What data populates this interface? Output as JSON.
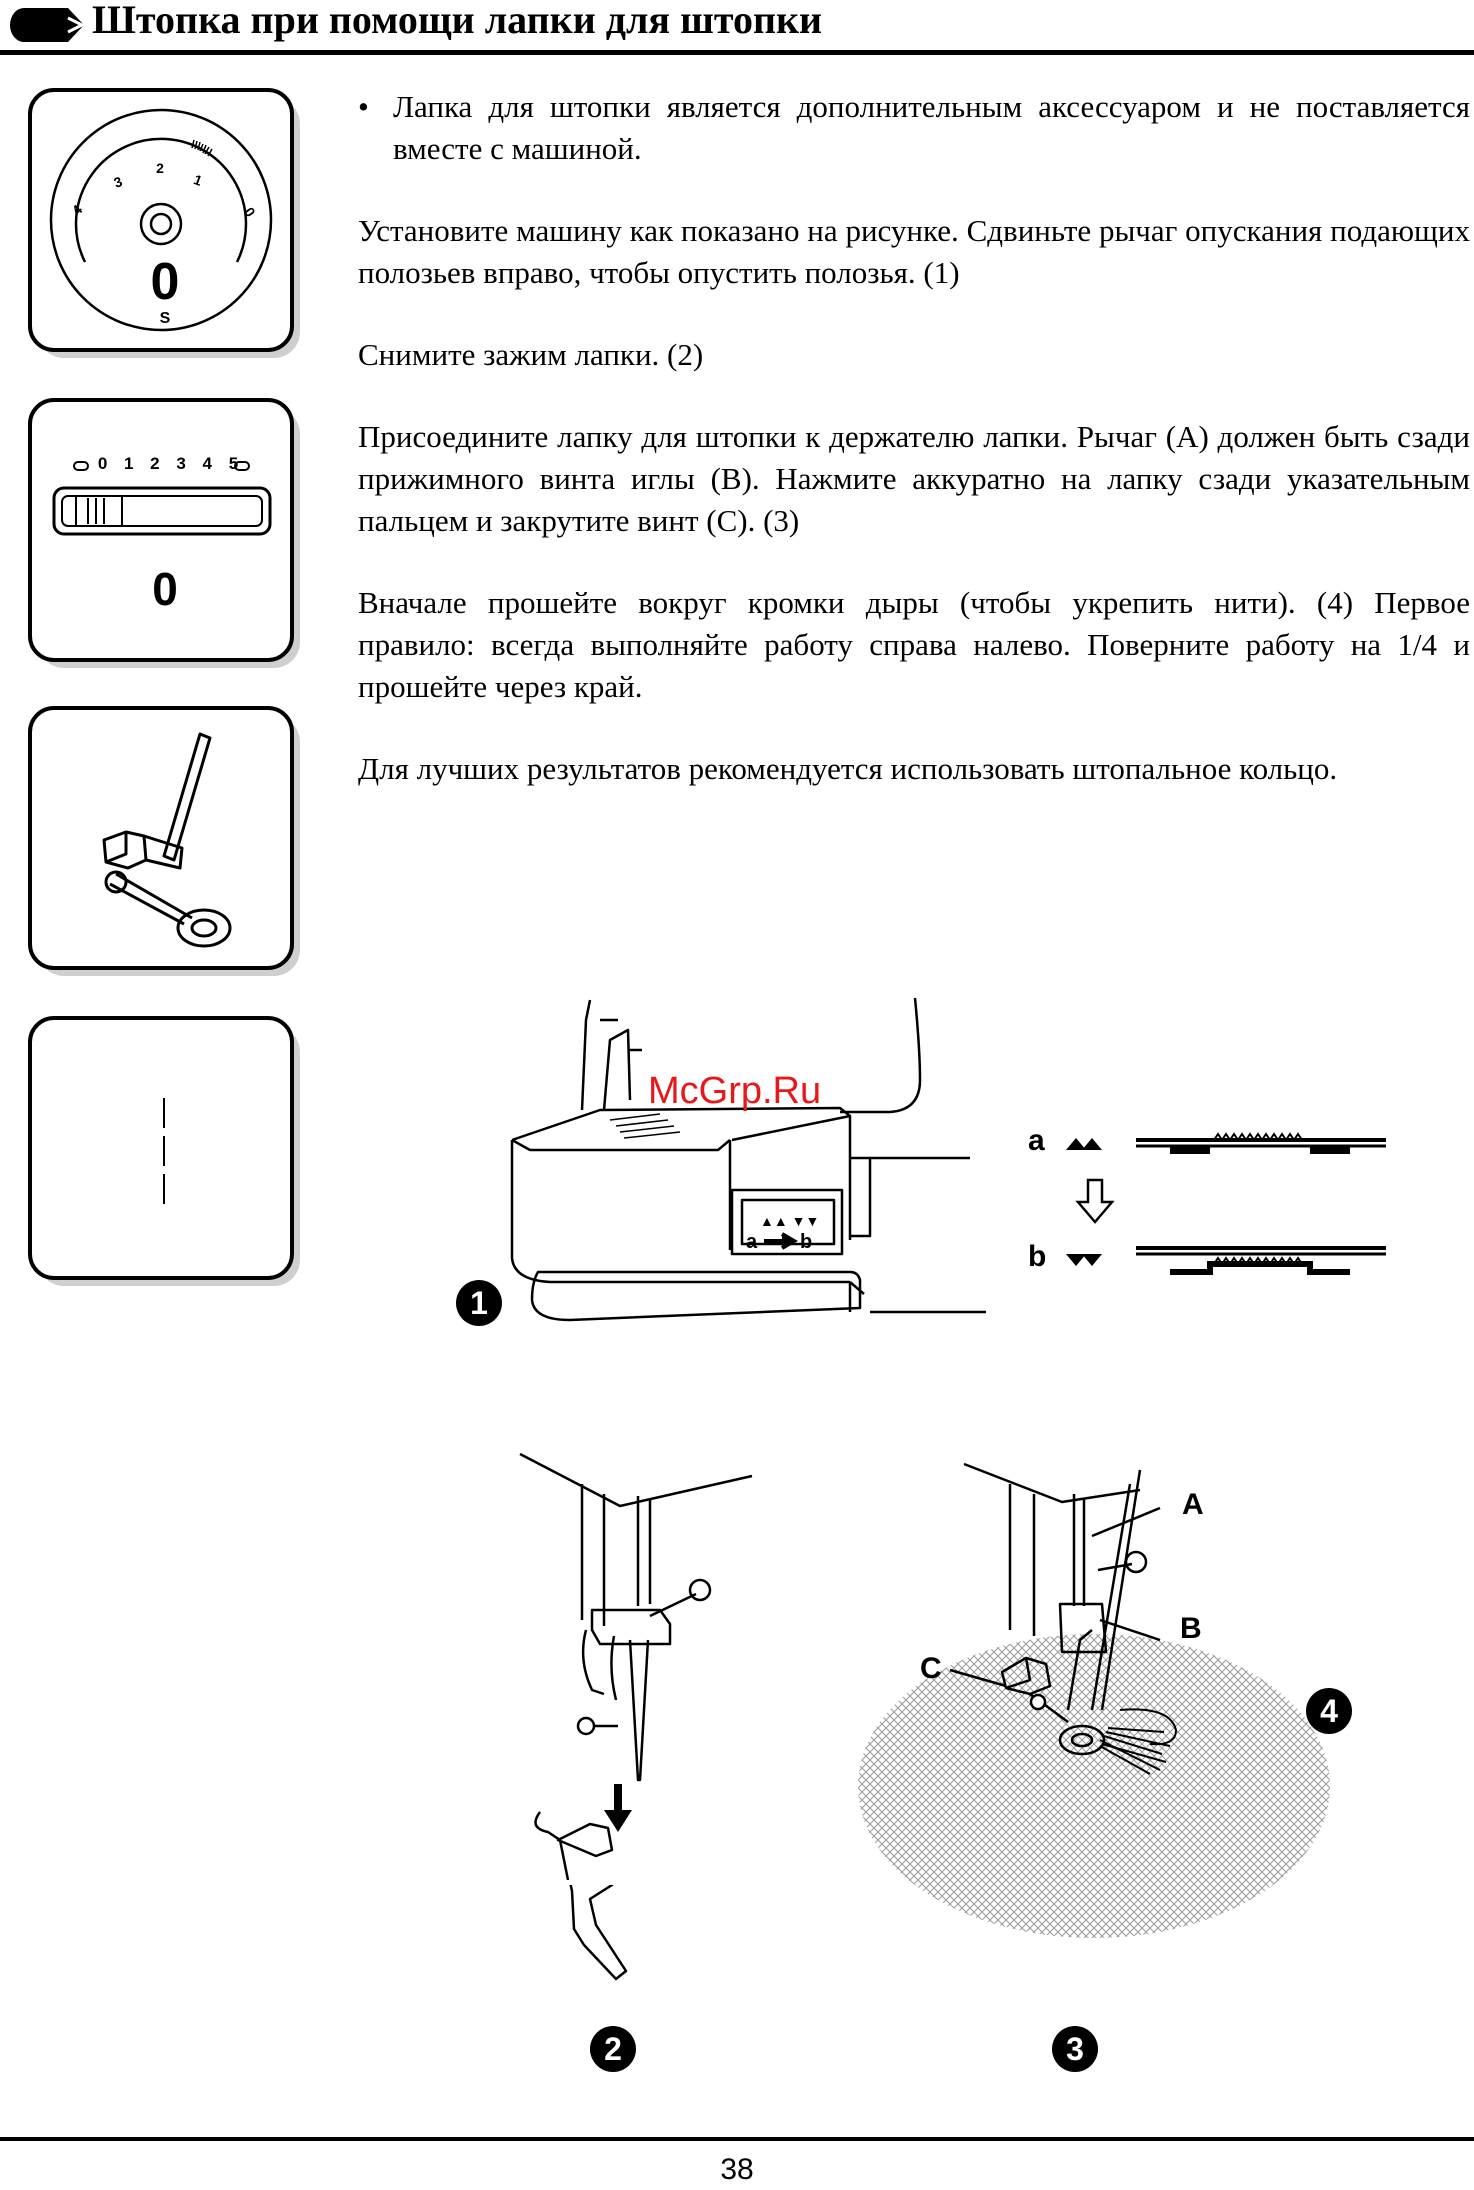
{
  "header": {
    "title": "Штопка при помощи лапки для штопки"
  },
  "settings": {
    "stitch_dial": {
      "numbers": [
        "4",
        "3",
        "2",
        "1",
        "0"
      ],
      "value": "0",
      "s_label": "S"
    },
    "length_slider": {
      "scale": "0 1 2 3 4 5",
      "value": "0"
    }
  },
  "body": {
    "bullet": "Лапка для штопки является дополнительным аксессуаром и не поставляется вместе с машиной.",
    "p1": "Установите машину как показано на рисунке. Сдвиньте рычаг опускания подающих полозьев вправо, чтобы опустить полозья. (1)",
    "p2": "Снимите зажим лапки. (2)",
    "p3": "Присоедините лапку для штопки к держателю лапки. Рычаг (A) должен быть сзади прижимного винта иглы (B). Нажмите аккуратно на лапку сзади указательным пальцем и закрутите винт (C). (3)",
    "p4": "Вначале прошейте вокруг кромки дыры (чтобы укрепить нити). (4) Первое правило: всегда выполняйте работу справа налево. Поверните работу на  1/4  и  прошейте через край.",
    "p5": "Для лучших результатов рекомендуется использовать штопальное кольцо."
  },
  "watermark": "McGrp.Ru",
  "figures": {
    "fig1": {
      "number": "1",
      "lever_a": "a",
      "lever_b": "b",
      "state_a": "a",
      "state_b": "b"
    },
    "fig2": {
      "number": "2"
    },
    "fig3": {
      "number": "3"
    },
    "fig4": {
      "number": "4",
      "label_a": "A",
      "label_b": "B",
      "label_c": "C"
    }
  },
  "page_number": "38"
}
